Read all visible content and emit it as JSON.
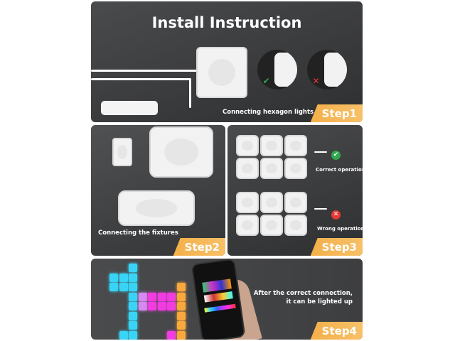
{
  "header": {
    "title": "Install Instruction"
  },
  "step1": {
    "caption": "Connecting hexagon lights",
    "label": "Step1",
    "correct_icon": "check-icon",
    "wrong_icon": "x-icon"
  },
  "step2": {
    "caption": "Connecting the fixtures",
    "label": "Step2"
  },
  "step3": {
    "correct": "Correct operation",
    "wrong": "Wrong operation",
    "label": "Step3"
  },
  "step4": {
    "caption_line1": "After the correct connection,",
    "caption_line2": "it can be lighted up",
    "label": "Step4"
  },
  "colors": {
    "accent": "#f4b04a",
    "correct": "#2fa84f",
    "wrong": "#e53935",
    "cyan": "#39d4f5",
    "magenta": "#f03ce0",
    "violet": "#d68af0",
    "orange": "#f8a83c"
  },
  "icons": {
    "check": "✔",
    "cross": "✕"
  }
}
